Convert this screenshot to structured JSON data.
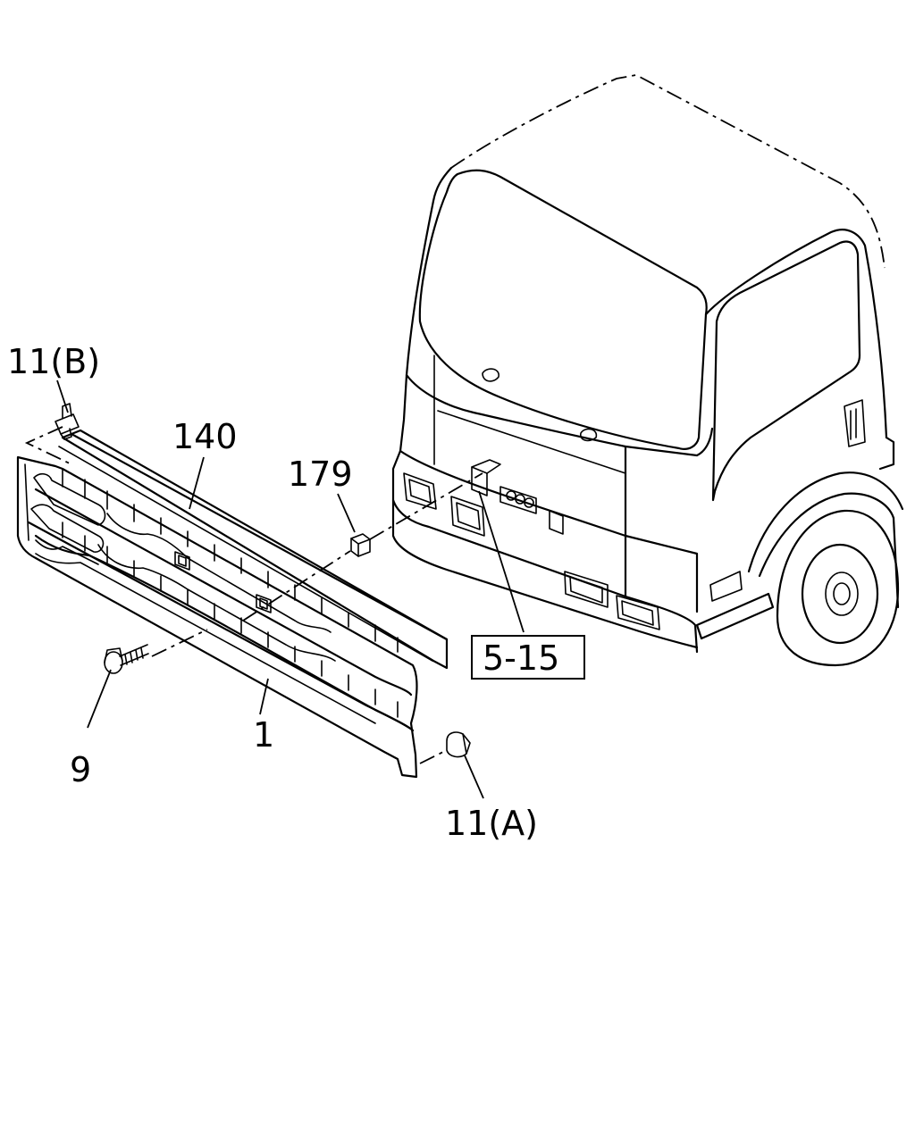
{
  "callouts": {
    "part_11b": "11(B)",
    "part_140": "140",
    "part_179": "179",
    "part_5_15": "5-15",
    "part_1": "1",
    "part_9": "9",
    "part_11a": "11(A)"
  }
}
